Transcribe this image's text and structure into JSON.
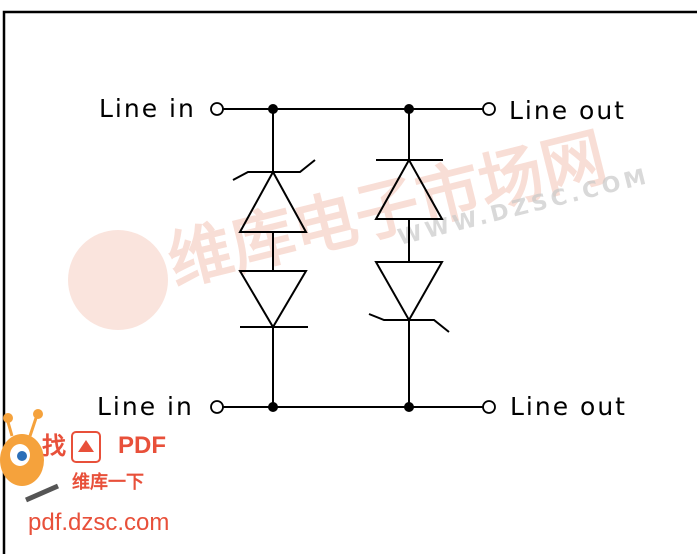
{
  "labels": {
    "top_left": "Line in",
    "top_right": "Line out",
    "bottom_left": "Line in",
    "bottom_right": "Line out"
  },
  "watermark": {
    "text": "维库电子市场网",
    "url": "WWW.DZSC.COM"
  },
  "corner_logo": {
    "find": "找",
    "pdf": "PDF",
    "sub": "维库一下",
    "url": "pdf.dzsc.com"
  },
  "colors": {
    "line": "#000000",
    "watermark": "#f1b8a6",
    "logo": "#e8503a"
  }
}
